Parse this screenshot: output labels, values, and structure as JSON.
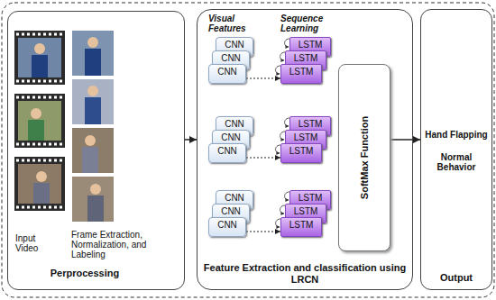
{
  "diagram": {
    "nodes": [
      {
        "text": [
          "Input Video",
          "Frame Extraction, Normalization, and Labeling",
          "Perprocessing"
        ]
      },
      {
        "text": [
          "Visual Features",
          "Sequence Learning",
          "Feature Extraction and classification using LRCN"
        ]
      },
      {
        "text": [
          "CNN"
        ],
        "in": 1
      },
      {
        "text": [
          "CNN"
        ],
        "in": 1
      },
      {
        "text": [
          "CNN"
        ],
        "in": 1
      },
      {
        "text": [
          "LSTM"
        ],
        "in": 1
      },
      {
        "text": [
          "LSTM"
        ],
        "in": 1
      },
      {
        "text": [
          "LSTM"
        ],
        "in": 1
      },
      {
        "text": [
          "CNN"
        ],
        "in": 1
      },
      {
        "text": [
          "CNN"
        ],
        "in": 1
      },
      {
        "text": [
          "CNN"
        ],
        "in": 1
      },
      {
        "text": [
          "LSTM"
        ],
        "in": 1
      },
      {
        "text": [
          "LSTM"
        ],
        "in": 1
      },
      {
        "text": [
          "LSTM"
        ],
        "in": 1
      },
      {
        "text": [
          "CNN"
        ],
        "in": 1
      },
      {
        "text": [
          "CNN"
        ],
        "in": 1
      },
      {
        "text": [
          "CNN"
        ],
        "in": 1
      },
      {
        "text": [
          "LSTM"
        ],
        "in": 1
      },
      {
        "text": [
          "LSTM"
        ],
        "in": 1
      },
      {
        "text": [
          "LSTM"
        ],
        "in": 1
      },
      {
        "text": [
          "SoftMax Function"
        ],
        "in": 1
      },
      {
        "text": [
          "Hand Flapping",
          "Normal Behavior",
          "Output"
        ]
      }
    ],
    "edges": [
      {
        "from": 0,
        "to": 1,
        "arrow": "to"
      },
      {
        "from": 4,
        "to": 7,
        "arrow": "to"
      },
      {
        "from": 10,
        "to": 13,
        "arrow": "to"
      },
      {
        "from": 16,
        "to": 19,
        "arrow": "to"
      },
      {
        "from": 20,
        "to": 21,
        "arrow": "to"
      }
    ]
  }
}
